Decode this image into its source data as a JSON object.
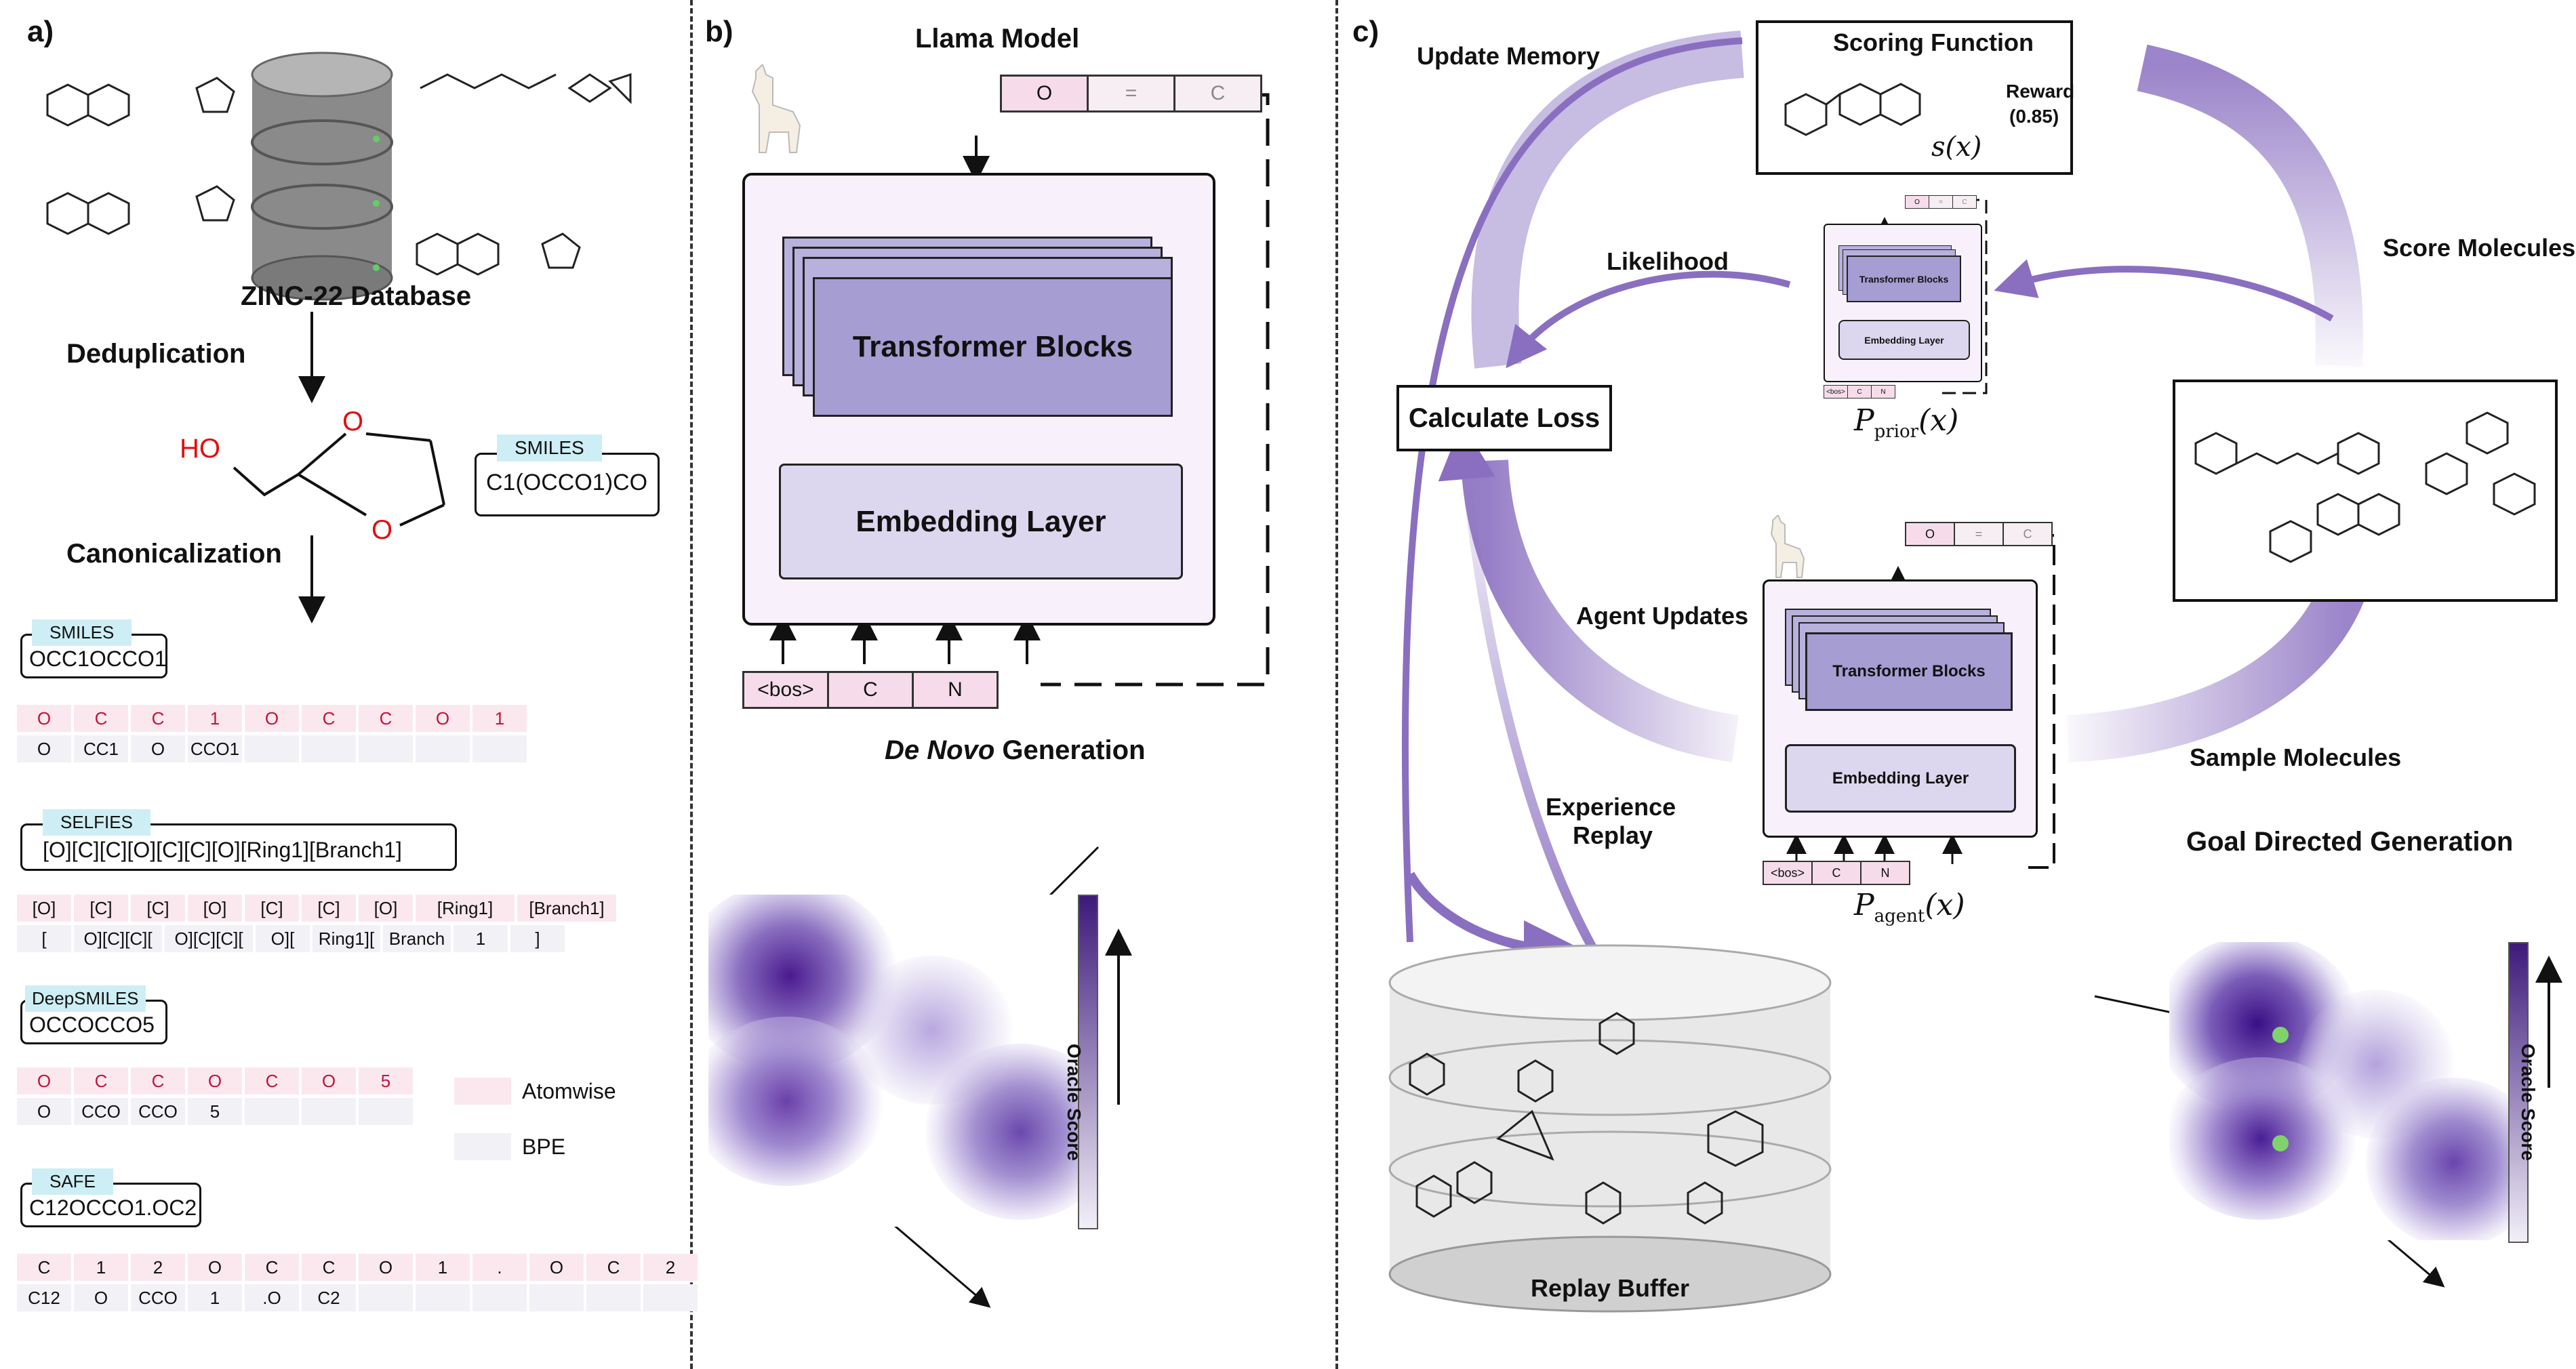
{
  "panel_a": {
    "label": "a)",
    "database_label": "ZINC-22 Database",
    "dedup_label": "Deduplication",
    "canon_label": "Canonicalization",
    "ho_label": "HO",
    "o_label": "O",
    "smiles_tag": "SMILES",
    "smiles_value": "C1(OCCO1)CO",
    "smiles_canon_tag": "SMILES",
    "smiles_canon_value": "OCC1OCCO1",
    "smiles_atom_tokens": [
      "O",
      "C",
      "C",
      "1",
      "O",
      "C",
      "C",
      "O",
      "1"
    ],
    "smiles_bpe_tokens": [
      "O",
      "CC1",
      "O",
      "CCO1",
      "",
      "",
      "",
      "",
      ""
    ],
    "selfies_tag": "SELFIES",
    "selfies_value": "[O][C][C][O][C][C][O][Ring1][Branch1]",
    "selfies_atom_tokens": [
      "[O]",
      "[C]",
      "[C]",
      "[O]",
      "[C]",
      "[C]",
      "[O]",
      "[Ring1]",
      "[Branch1]"
    ],
    "selfies_bpe_tokens": [
      "[",
      "O][C][C][",
      "O][C][C][",
      "O][",
      "Ring1][",
      "Branch",
      "1",
      "]"
    ],
    "deepsmiles_tag": "DeepSMILES",
    "deepsmiles_value": "OCCOCCO5",
    "deepsmiles_atom_tokens": [
      "O",
      "C",
      "C",
      "O",
      "C",
      "O",
      "5"
    ],
    "deepsmiles_bpe_tokens": [
      "O",
      "CCO",
      "CCO",
      "5",
      "",
      "",
      ""
    ],
    "safe_tag": "SAFE",
    "safe_value": "C12OCCO1.OC2",
    "safe_atom_tokens": [
      "C",
      "1",
      "2",
      "O",
      "C",
      "C",
      "O",
      "1",
      ".",
      "O",
      "C",
      "2"
    ],
    "safe_bpe_tokens": [
      "C12",
      "O",
      "CCO",
      "1",
      ".O",
      "C2",
      "",
      "",
      "",
      "",
      "",
      ""
    ],
    "legend_atomwise": "Atomwise",
    "legend_bpe": "BPE"
  },
  "panel_b": {
    "label": "b)",
    "title": "Llama Model",
    "transformer_label": "Transformer Blocks",
    "embedding_label": "Embedding Layer",
    "output_tokens": [
      "O",
      "=",
      "C"
    ],
    "input_tokens": [
      "<bos>",
      "C",
      "N"
    ],
    "generation_label_italic": "De Novo",
    "generation_label_rest": " Generation",
    "colorbar_label": "Oracle Score"
  },
  "panel_c": {
    "label": "c)",
    "scoring_title": "Scoring Function",
    "reward_label": "Reward",
    "reward_value": "(0.85)",
    "score_fn": "s(x)",
    "update_memory": "Update Memory",
    "likelihood": "Likelihood",
    "score_molecules": "Score Molecules",
    "calculate_loss": "Calculate Loss",
    "prior_label": "P",
    "prior_sub": "prior",
    "prior_arg": "(x)",
    "agent_updates": "Agent Updates",
    "sample_molecules": "Sample Molecules",
    "experience_replay_1": "Experience",
    "experience_replay_2": "Replay",
    "agent_label": "P",
    "agent_sub": "agent",
    "agent_arg": "(x)",
    "transformer_label": "Transformer Blocks",
    "embedding_label": "Embedding Layer",
    "small_output_tokens": [
      "O",
      "=",
      "C"
    ],
    "small_input_tokens": [
      "<bos>",
      "C",
      "N"
    ],
    "replay_buffer": "Replay Buffer",
    "goal_directed": "Goal Directed Generation",
    "colorbar_label": "Oracle Score"
  },
  "colors": {
    "accent_purple": "#8a6fc0",
    "dark_purple": "#3d1a7a",
    "token_pink": "#fbe8ee",
    "bpe_grey": "#f1f1f6",
    "smiles_tag": "#cdeef4"
  }
}
